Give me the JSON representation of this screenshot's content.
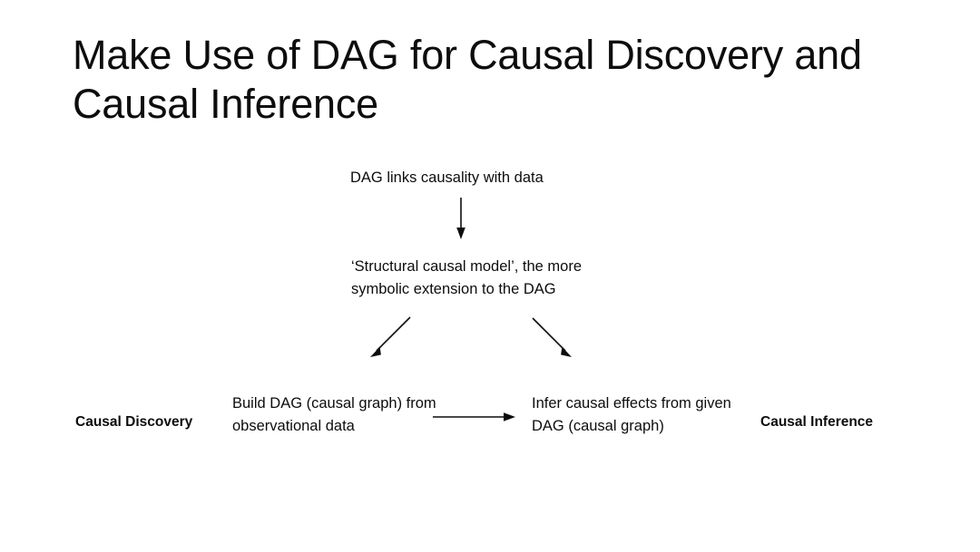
{
  "slide": {
    "title": "Make Use of DAG for Causal Discovery and Causal Inference",
    "background_color": "#ffffff",
    "text_color": "#0d0d0d"
  },
  "diagram": {
    "nodes": {
      "dag_links": "DAG links causality with data",
      "structural_causal_model": "‘Structural causal model’, the more symbolic extension to the DAG",
      "build_dag": "Build DAG (causal graph) from observational data",
      "infer_effects": "Infer causal effects from given DAG (causal graph)"
    },
    "labels": {
      "causal_discovery": "Causal Discovery",
      "causal_inference": "Causal Inference"
    },
    "arrows": [
      {
        "name": "arrow-dag-to-scm",
        "direction": "down",
        "from": "dag_links",
        "to": "structural_causal_model"
      },
      {
        "name": "arrow-scm-to-build-dag",
        "direction": "down-left",
        "from": "structural_causal_model",
        "to": "build_dag"
      },
      {
        "name": "arrow-scm-to-infer",
        "direction": "down-right",
        "from": "structural_causal_model",
        "to": "infer_effects"
      },
      {
        "name": "arrow-build-dag-to-infer",
        "direction": "right",
        "from": "build_dag",
        "to": "infer_effects"
      }
    ]
  }
}
